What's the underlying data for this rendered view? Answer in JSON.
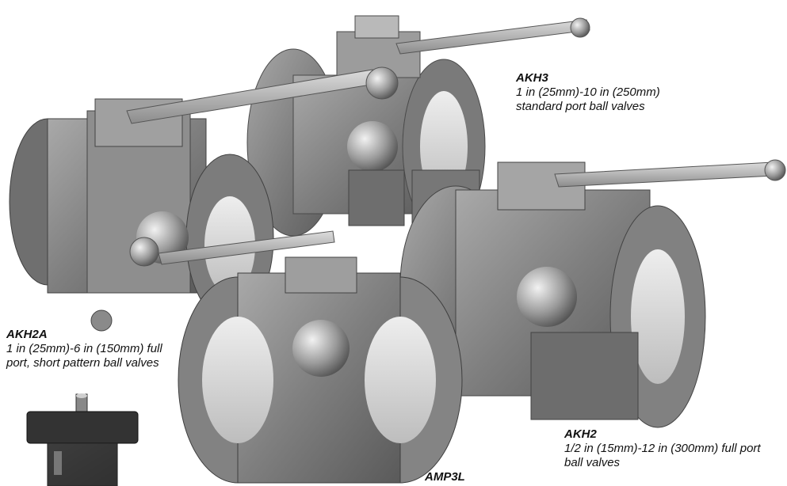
{
  "captions": {
    "akh3": {
      "model": "AKH3",
      "desc": "1 in (25mm)-10 in (250mm) standard port ball valves"
    },
    "akh2a": {
      "model": "AKH2A",
      "desc": "1 in (25mm)-6 in (150mm) full port, short pattern ball valves"
    },
    "akh2": {
      "model": "AKH2",
      "desc": "1/2 in (15mm)-12 in (300mm) full port ball valves"
    },
    "amp3l": {
      "model": "AMP3L",
      "desc": ""
    }
  },
  "colors": {
    "body": "#8a8a8a",
    "body_dark": "#5f5f5f",
    "body_light": "#b4b4b4",
    "lining": "#d9d9d9",
    "actuator": "#2a2a2a"
  },
  "icons": [
    "ball-valve-akh3-image",
    "ball-valve-akh2a-image",
    "ball-valve-akh2-image",
    "ball-valve-amp3l-image",
    "actuator-image"
  ]
}
